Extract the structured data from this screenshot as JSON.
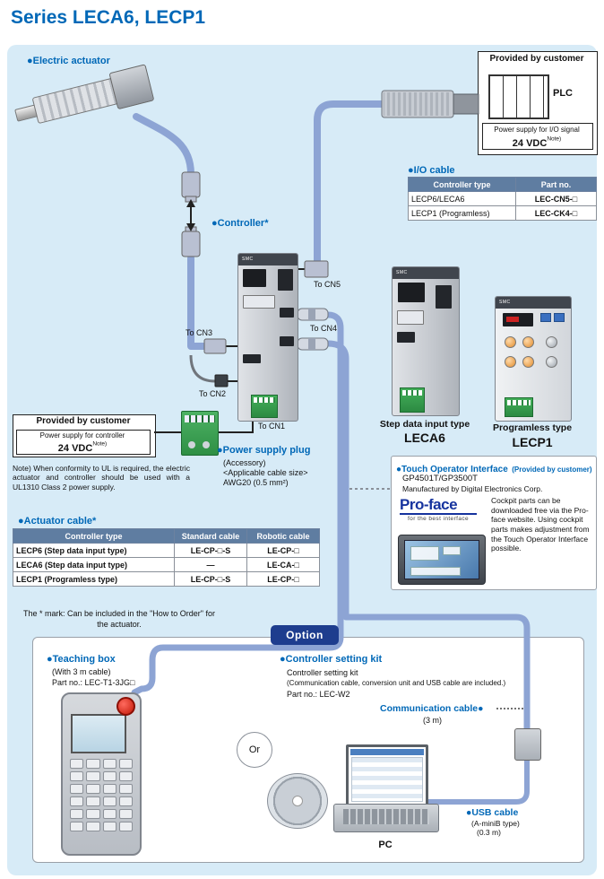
{
  "title": "Series LECA6, LECP1",
  "colors": {
    "accent_blue": "#0068b7",
    "panel_bg": "#d7ebf7",
    "table_header": "#5f7da1",
    "cable": "#8da4d4",
    "option_badge": "#1e3d8e",
    "proface_blue": "#16339e"
  },
  "actuator": {
    "label": "●Electric actuator"
  },
  "plc_box": {
    "header": "Provided by customer",
    "plc": "PLC",
    "line1": "Power supply for I/O signal",
    "value": "24 VDC",
    "note": "Note)"
  },
  "io_cable": {
    "label": "●I/O cable",
    "headers": [
      "Controller type",
      "Part no."
    ],
    "rows": [
      [
        "LECP6/LECA6",
        "LEC-CN5-□"
      ],
      [
        "LECP1 (Programless)",
        "LEC-CK4-□"
      ]
    ]
  },
  "controller": {
    "label": "●Controller*",
    "brand": "SMC",
    "ports": {
      "cn5": "To CN5",
      "cn3": "To CN3",
      "cn4": "To CN4",
      "cn2": "To CN2",
      "cn1": "To CN1"
    }
  },
  "power_box": {
    "header": "Provided by customer",
    "line1": "Power supply for controller",
    "value": "24 VDC",
    "note": "Note)"
  },
  "plug": {
    "label": "●Power supply plug",
    "accessory": "(Accessory)",
    "size": "<Applicable cable size>",
    "awg": "AWG20 (0.5 mm²)"
  },
  "ul_note": "Note) When conformity to UL is required, the electric actuator and controller should be used with a UL1310 Class 2 power supply.",
  "actuator_cable": {
    "label": "●Actuator cable*",
    "headers": [
      "Controller type",
      "Standard cable",
      "Robotic cable"
    ],
    "rows": [
      [
        "LECP6 (Step data input type)",
        "LE-CP-□-S",
        "LE-CP-□"
      ],
      [
        "LECA6 (Step data input type)",
        "—",
        "LE-CA-□"
      ],
      [
        "LECP1 (Programless type)",
        "LE-CP-□-S",
        "LE-CP-□"
      ]
    ]
  },
  "leca6": {
    "type": "Step data input type",
    "name": "LECA6",
    "brand": "SMC"
  },
  "lecp1": {
    "type": "Programless type",
    "name": "LECP1",
    "brand": "SMC"
  },
  "touch": {
    "label": "●Touch Operator Interface",
    "label_sub": "(Provided by customer)",
    "model": "GP4501T/GP3500T",
    "maker": "Manufactured by Digital Electronics Corp.",
    "logo": "Pro-face",
    "tagline": "for the best interface",
    "desc": "Cockpit parts can be downloaded free via the Pro-face website. Using cockpit parts makes adjustment from the Touch Operator Interface possible."
  },
  "mark_note": "The * mark: Can be included in the \"How to Order\" for the actuator.",
  "option": {
    "badge": "Option",
    "teaching": {
      "label": "●Teaching box",
      "cable": "(With 3 m cable)",
      "part": "Part no.: LEC-T1-3JG□"
    },
    "or": "Or",
    "kit": {
      "label": "●Controller setting kit",
      "line1": "Controller setting kit",
      "line2": "(Communication cable, conversion unit and USB cable are included.)",
      "line3": "Part no.: LEC-W2"
    },
    "comm": {
      "label": "Communication cable●",
      "len": "(3 m)"
    },
    "usb": {
      "label": "●USB cable",
      "type": "(A-miniB type)",
      "len": "(0.3 m)"
    },
    "pc": "PC"
  }
}
